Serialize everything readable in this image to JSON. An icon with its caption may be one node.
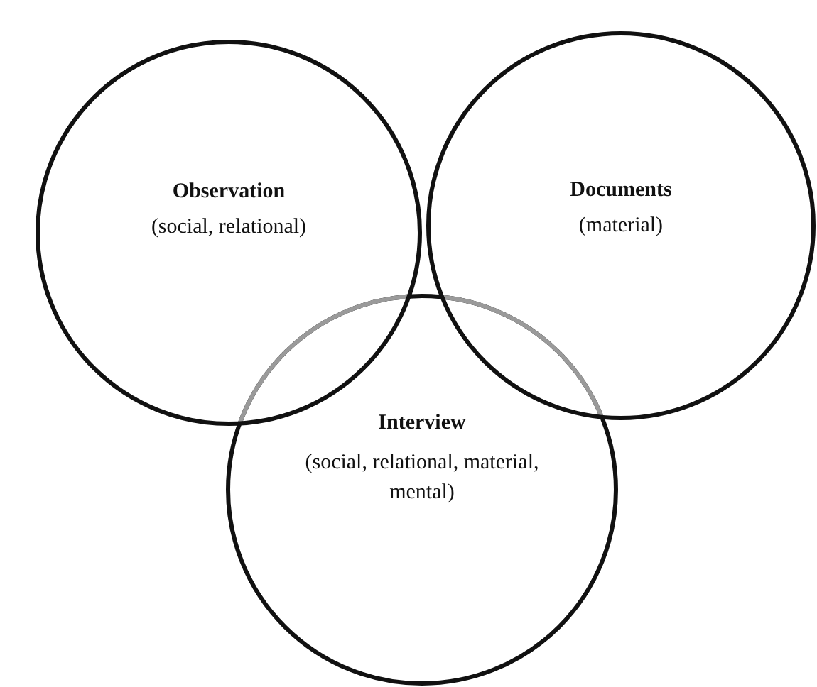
{
  "diagram": {
    "nodes": [
      {
        "text": [
          "Observation",
          "(social, relational)"
        ]
      },
      {
        "text": [
          "Documents",
          "(material)"
        ]
      },
      {
        "text": [
          "Interview",
          "(social, relational, material, mental)"
        ]
      }
    ]
  }
}
